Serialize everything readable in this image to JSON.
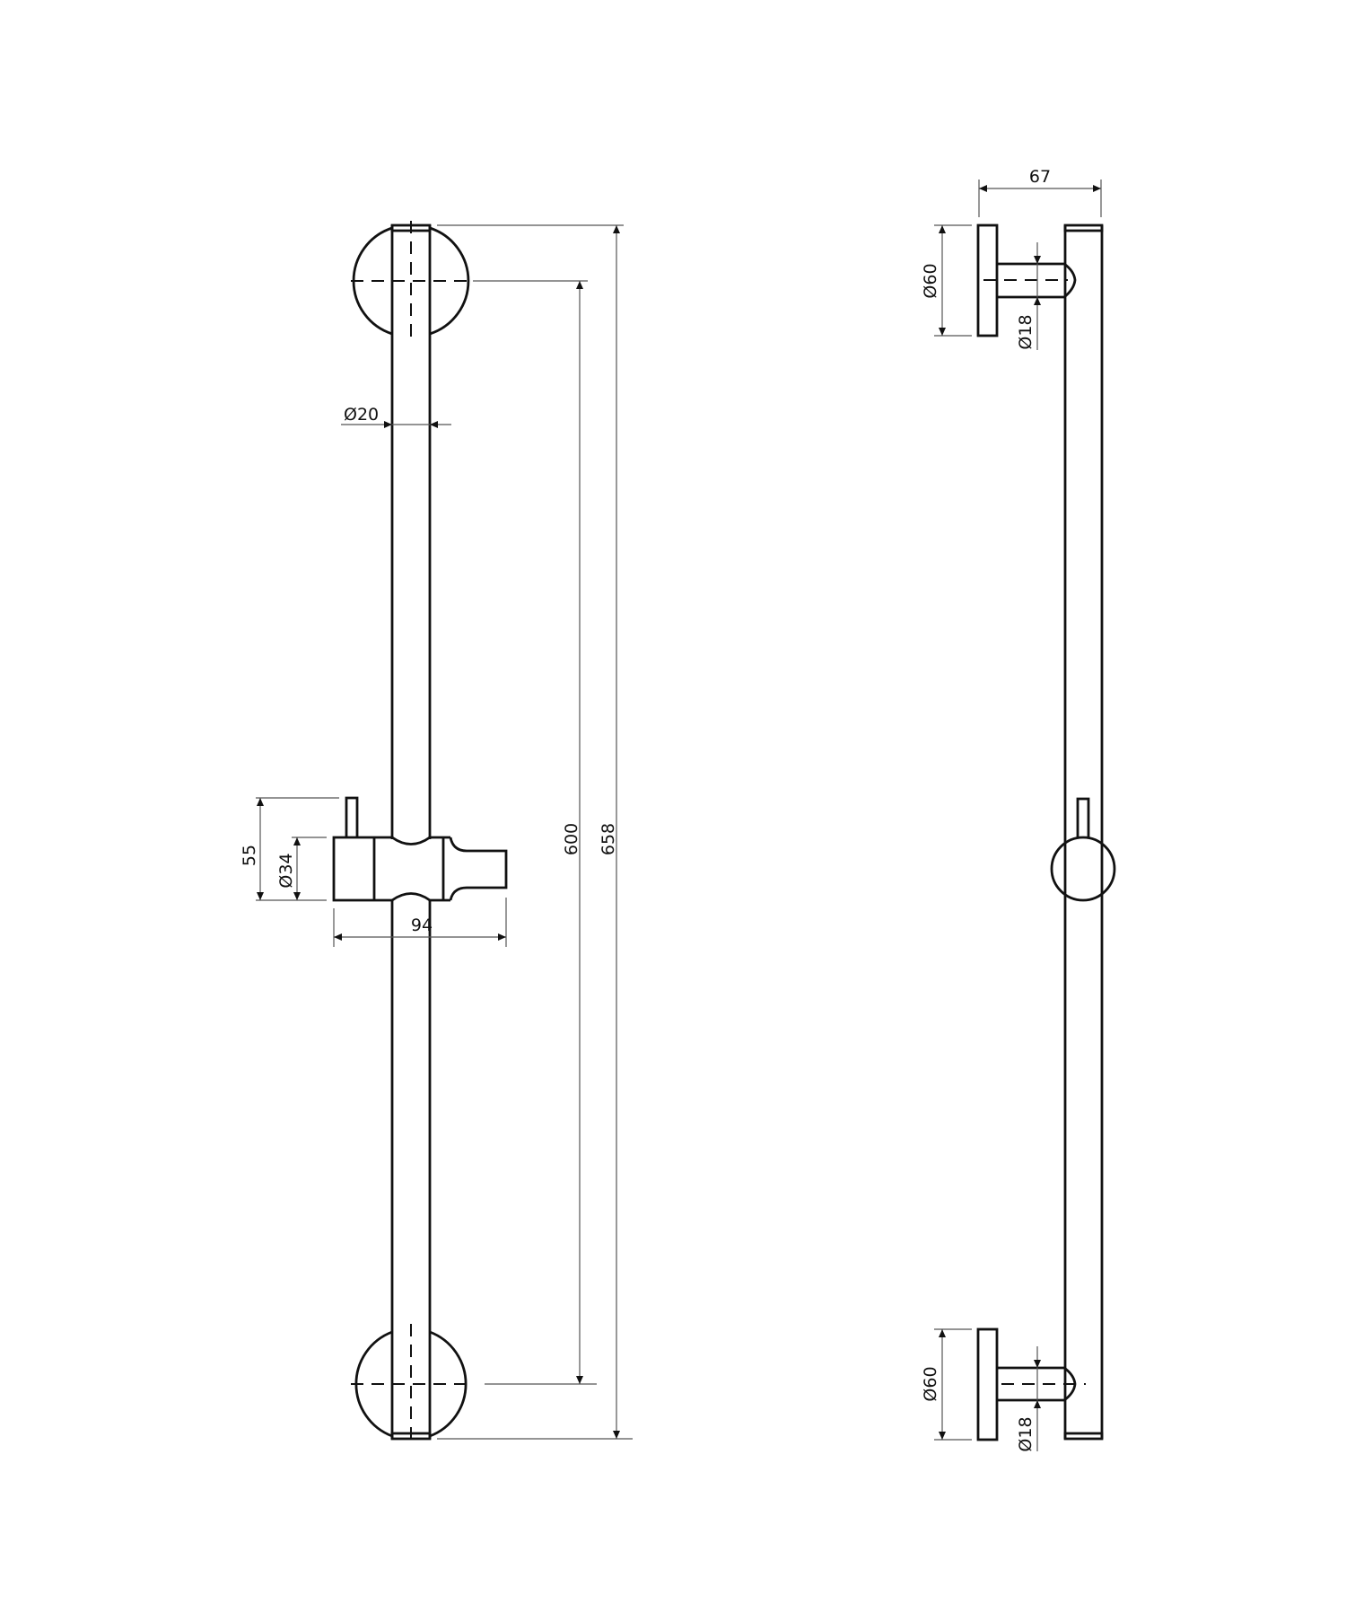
{
  "drawing": {
    "title": "Shower slide rail technical drawing",
    "units": "mm",
    "line_color": "#111111",
    "background": "#ffffff"
  },
  "front_view": {
    "dimensions": {
      "rod_diameter": "Ø20",
      "mount_centers": "600",
      "overall_length": "658",
      "slider_height": "55",
      "slider_diameter": "Ø34",
      "slider_width": "94"
    }
  },
  "side_view": {
    "dimensions": {
      "projection": "67",
      "top_flange_diameter": "Ø60",
      "top_pin_diameter": "Ø18",
      "bottom_flange_diameter": "Ø60",
      "bottom_pin_diameter": "Ø18"
    }
  }
}
